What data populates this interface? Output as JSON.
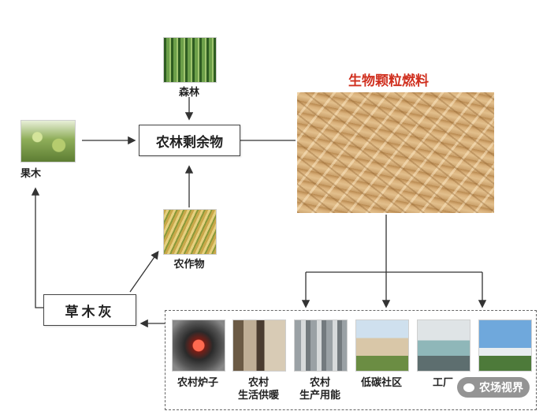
{
  "title": "生物颗粒燃料",
  "nodes": {
    "forest": "森林",
    "fruit": "果木",
    "residue": "农林剩余物",
    "crop": "农作物",
    "ash": "草木灰"
  },
  "applications": [
    {
      "line1": "农村炉子",
      "line2": ""
    },
    {
      "line1": "农村",
      "line2": "生活供暖"
    },
    {
      "line1": "农村",
      "line2": "生产用能"
    },
    {
      "line1": "低碳社区",
      "line2": ""
    },
    {
      "line1": "工厂",
      "line2": ""
    },
    {
      "line1": "",
      "line2": ""
    }
  ],
  "watermark": "农场视界",
  "colors": {
    "title": "#d0301f",
    "pellet": "#d9b07a",
    "forest": "#3f7a2a"
  }
}
